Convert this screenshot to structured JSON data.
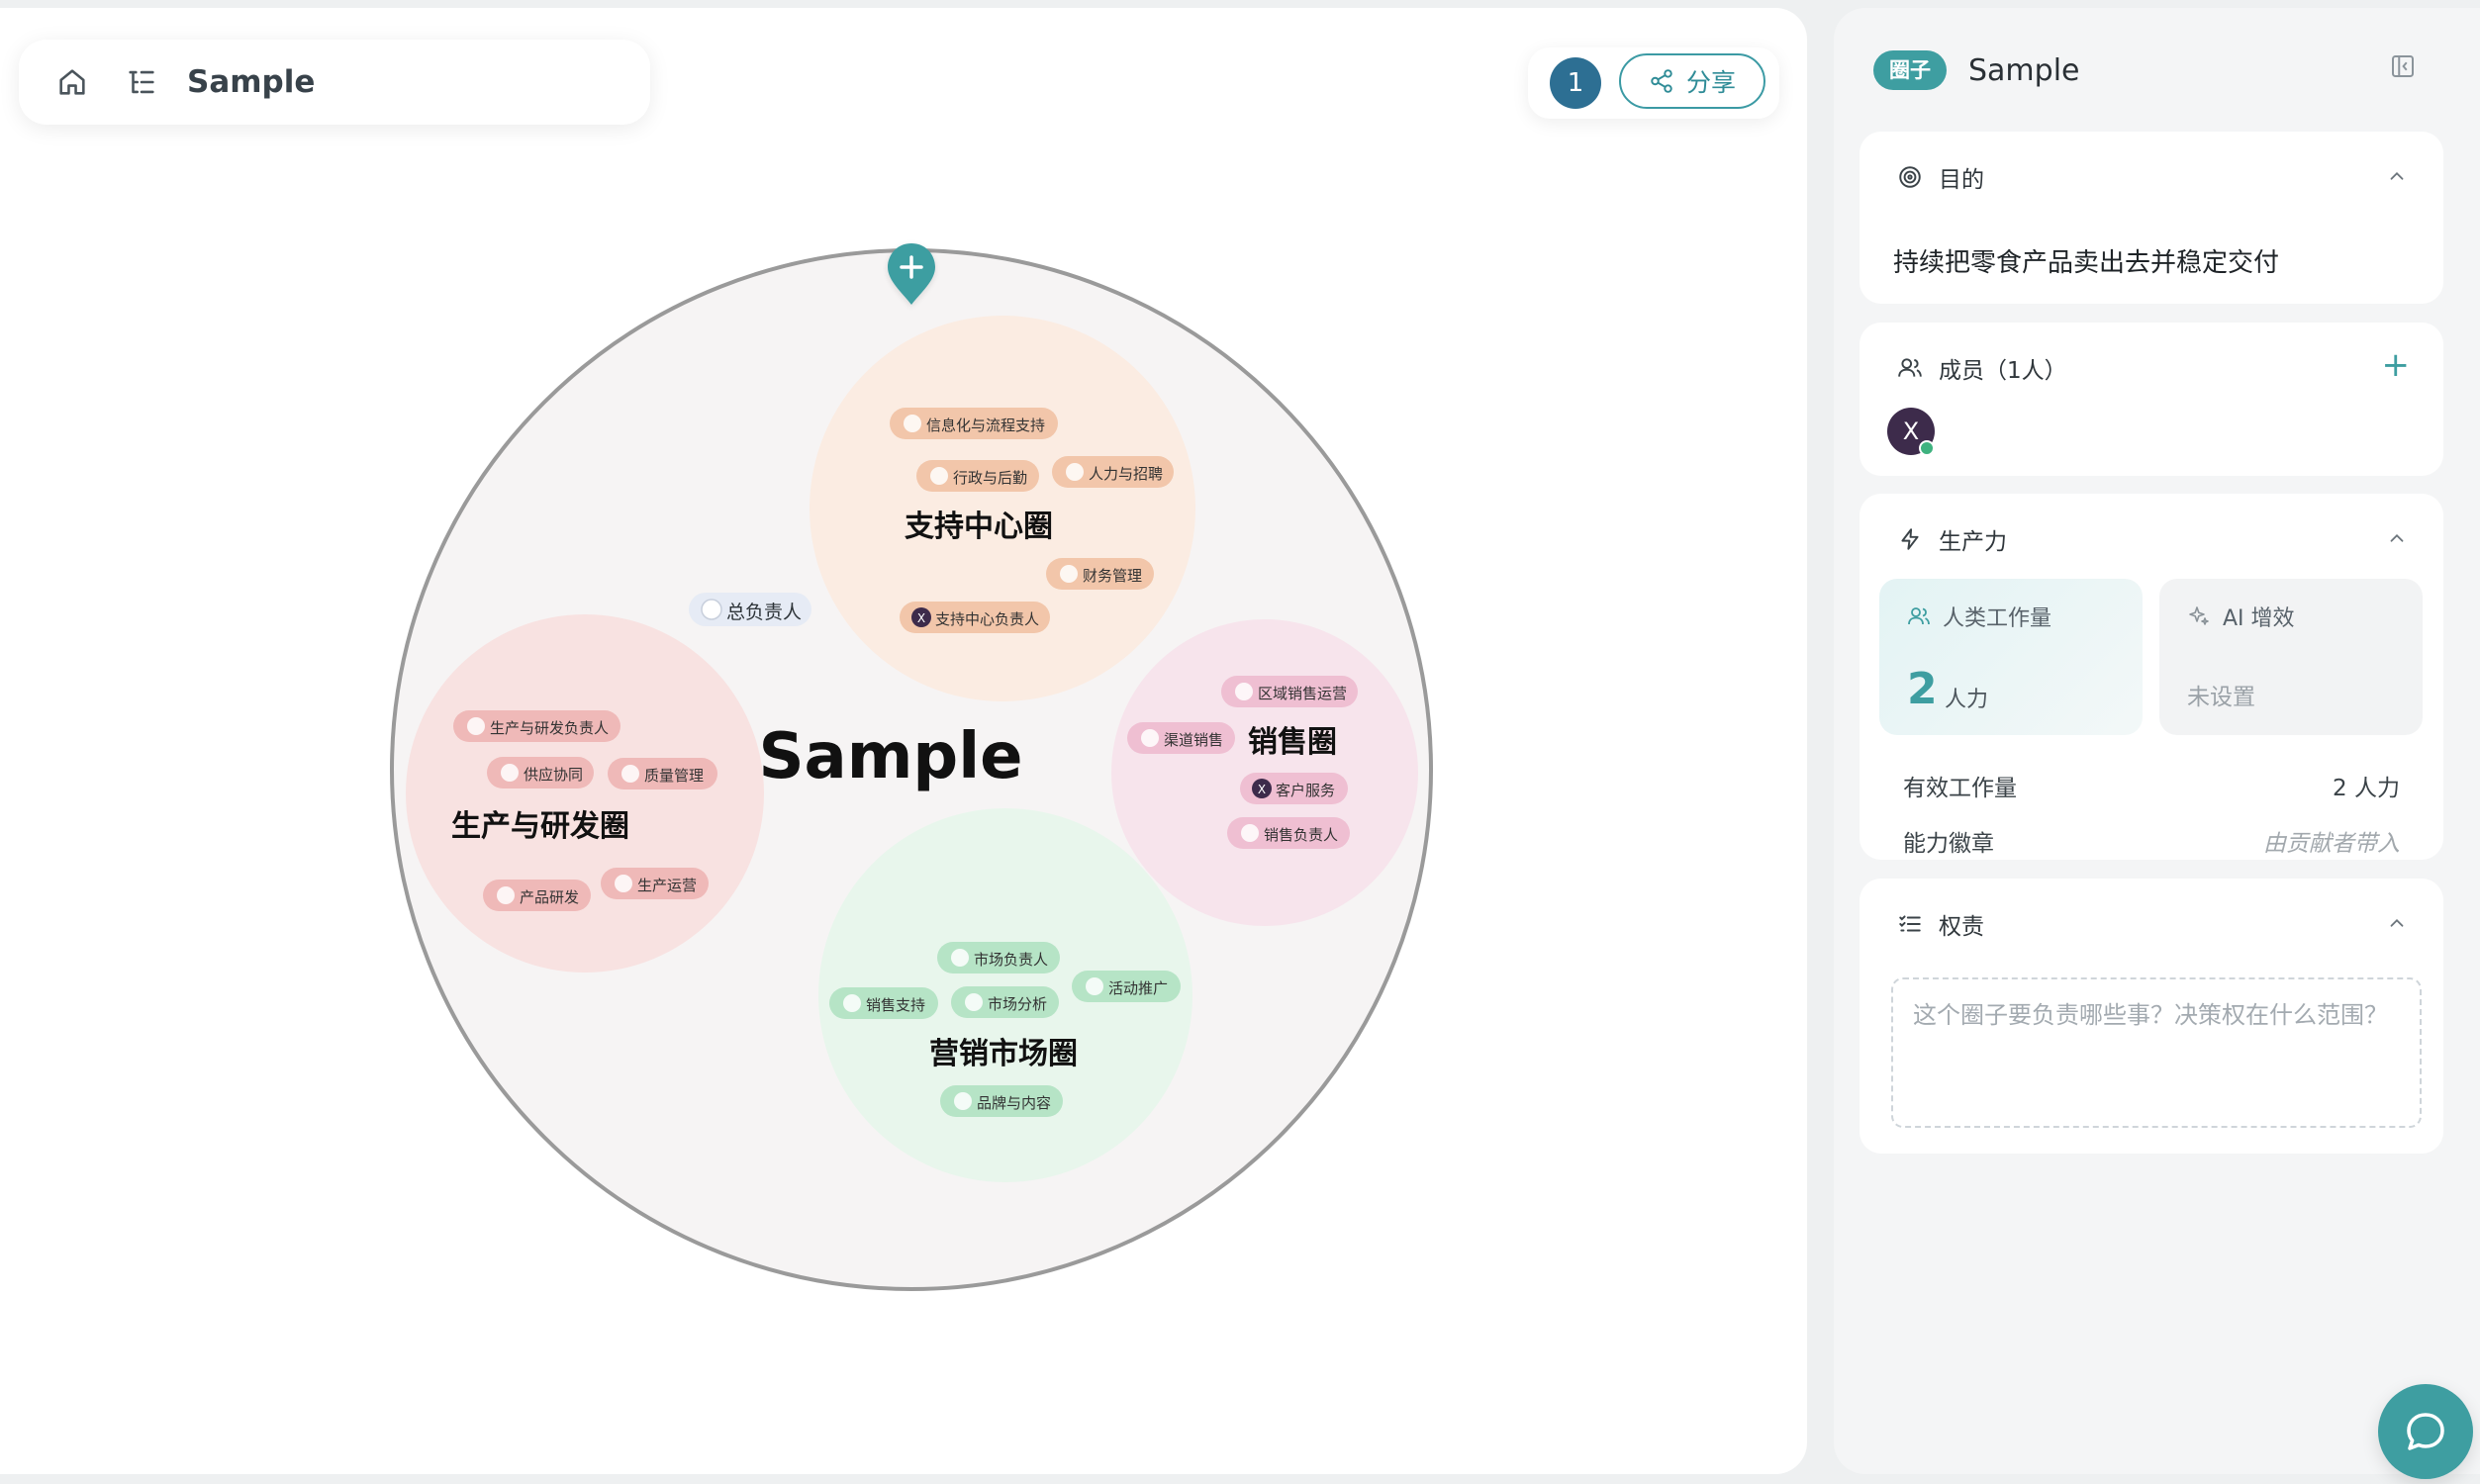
{
  "topbar": {
    "title": "Sample"
  },
  "collab": {
    "count": "1",
    "share_label": "分享"
  },
  "map": {
    "root": {
      "name": "Sample",
      "owner": "总负责人"
    },
    "circles": [
      {
        "name": "支持中心圈",
        "color": "#fbece2",
        "chip_color": "#f2c6aa",
        "roles": [
          "信息化与流程支持",
          "行政与后勤",
          "人力与招聘",
          "财务管理",
          "支持中心负责人"
        ]
      },
      {
        "name": "销售圈",
        "color": "#f7e4ec",
        "chip_color": "#efbfd2",
        "roles": [
          "区域销售运营",
          "渠道销售",
          "客户服务",
          "销售负责人"
        ]
      },
      {
        "name": "生产与研发圈",
        "color": "#f8e2e1",
        "chip_color": "#efb9b8",
        "roles": [
          "生产与研发负责人",
          "供应协同",
          "质量管理",
          "产品研发",
          "生产运营"
        ]
      },
      {
        "name": "营销市场圈",
        "color": "#e8f6ec",
        "chip_color": "#b6e4c6",
        "roles": [
          "市场负责人",
          "活动推广",
          "销售支持",
          "市场分析",
          "品牌与内容"
        ]
      }
    ],
    "avatar_initial": "X"
  },
  "panel": {
    "tag": "圈子",
    "name": "Sample",
    "purpose": {
      "title": "目的",
      "text": "持续把零食产品卖出去并稳定交付"
    },
    "members": {
      "title": "成员（1人）",
      "avatar": "X"
    },
    "productivity": {
      "title": "生产力",
      "human": {
        "label": "人类工作量",
        "value": "2",
        "unit": "人力"
      },
      "ai": {
        "label": "AI 增效",
        "value": "未设置"
      },
      "effective": {
        "label": "有效工作量",
        "value": "2 人力"
      },
      "badge": {
        "label": "能力徽章",
        "value": "由贡献者带入"
      }
    },
    "responsibility": {
      "title": "权责",
      "placeholder": "这个圈子要负责哪些事？决策权在什么范围？"
    }
  }
}
